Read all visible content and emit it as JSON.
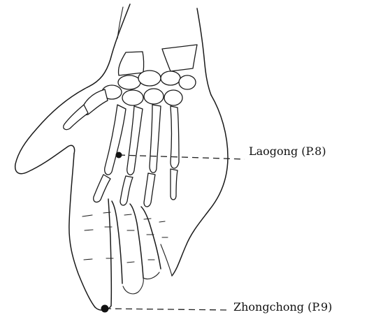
{
  "points": [
    {
      "name": "Laogong",
      "code": "(P.8)",
      "label": "Laogong  (P.8)"
    },
    {
      "name": "Zhongchong",
      "code": "(P.9)",
      "label": "Zhongchong  (P.9)"
    }
  ]
}
